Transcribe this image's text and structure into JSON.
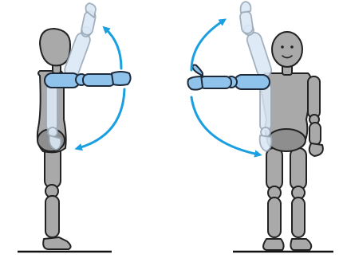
{
  "figures": [
    {
      "name": "side-view-mannequin",
      "view": "side"
    },
    {
      "name": "front-view-mannequin",
      "view": "front"
    }
  ],
  "colors": {
    "arrow": "#1a9fe0",
    "active-arm": "#8fc3ec",
    "ghost-arm": "#dbe8f5",
    "body": "#a9a9a9",
    "outline": "#222222"
  }
}
